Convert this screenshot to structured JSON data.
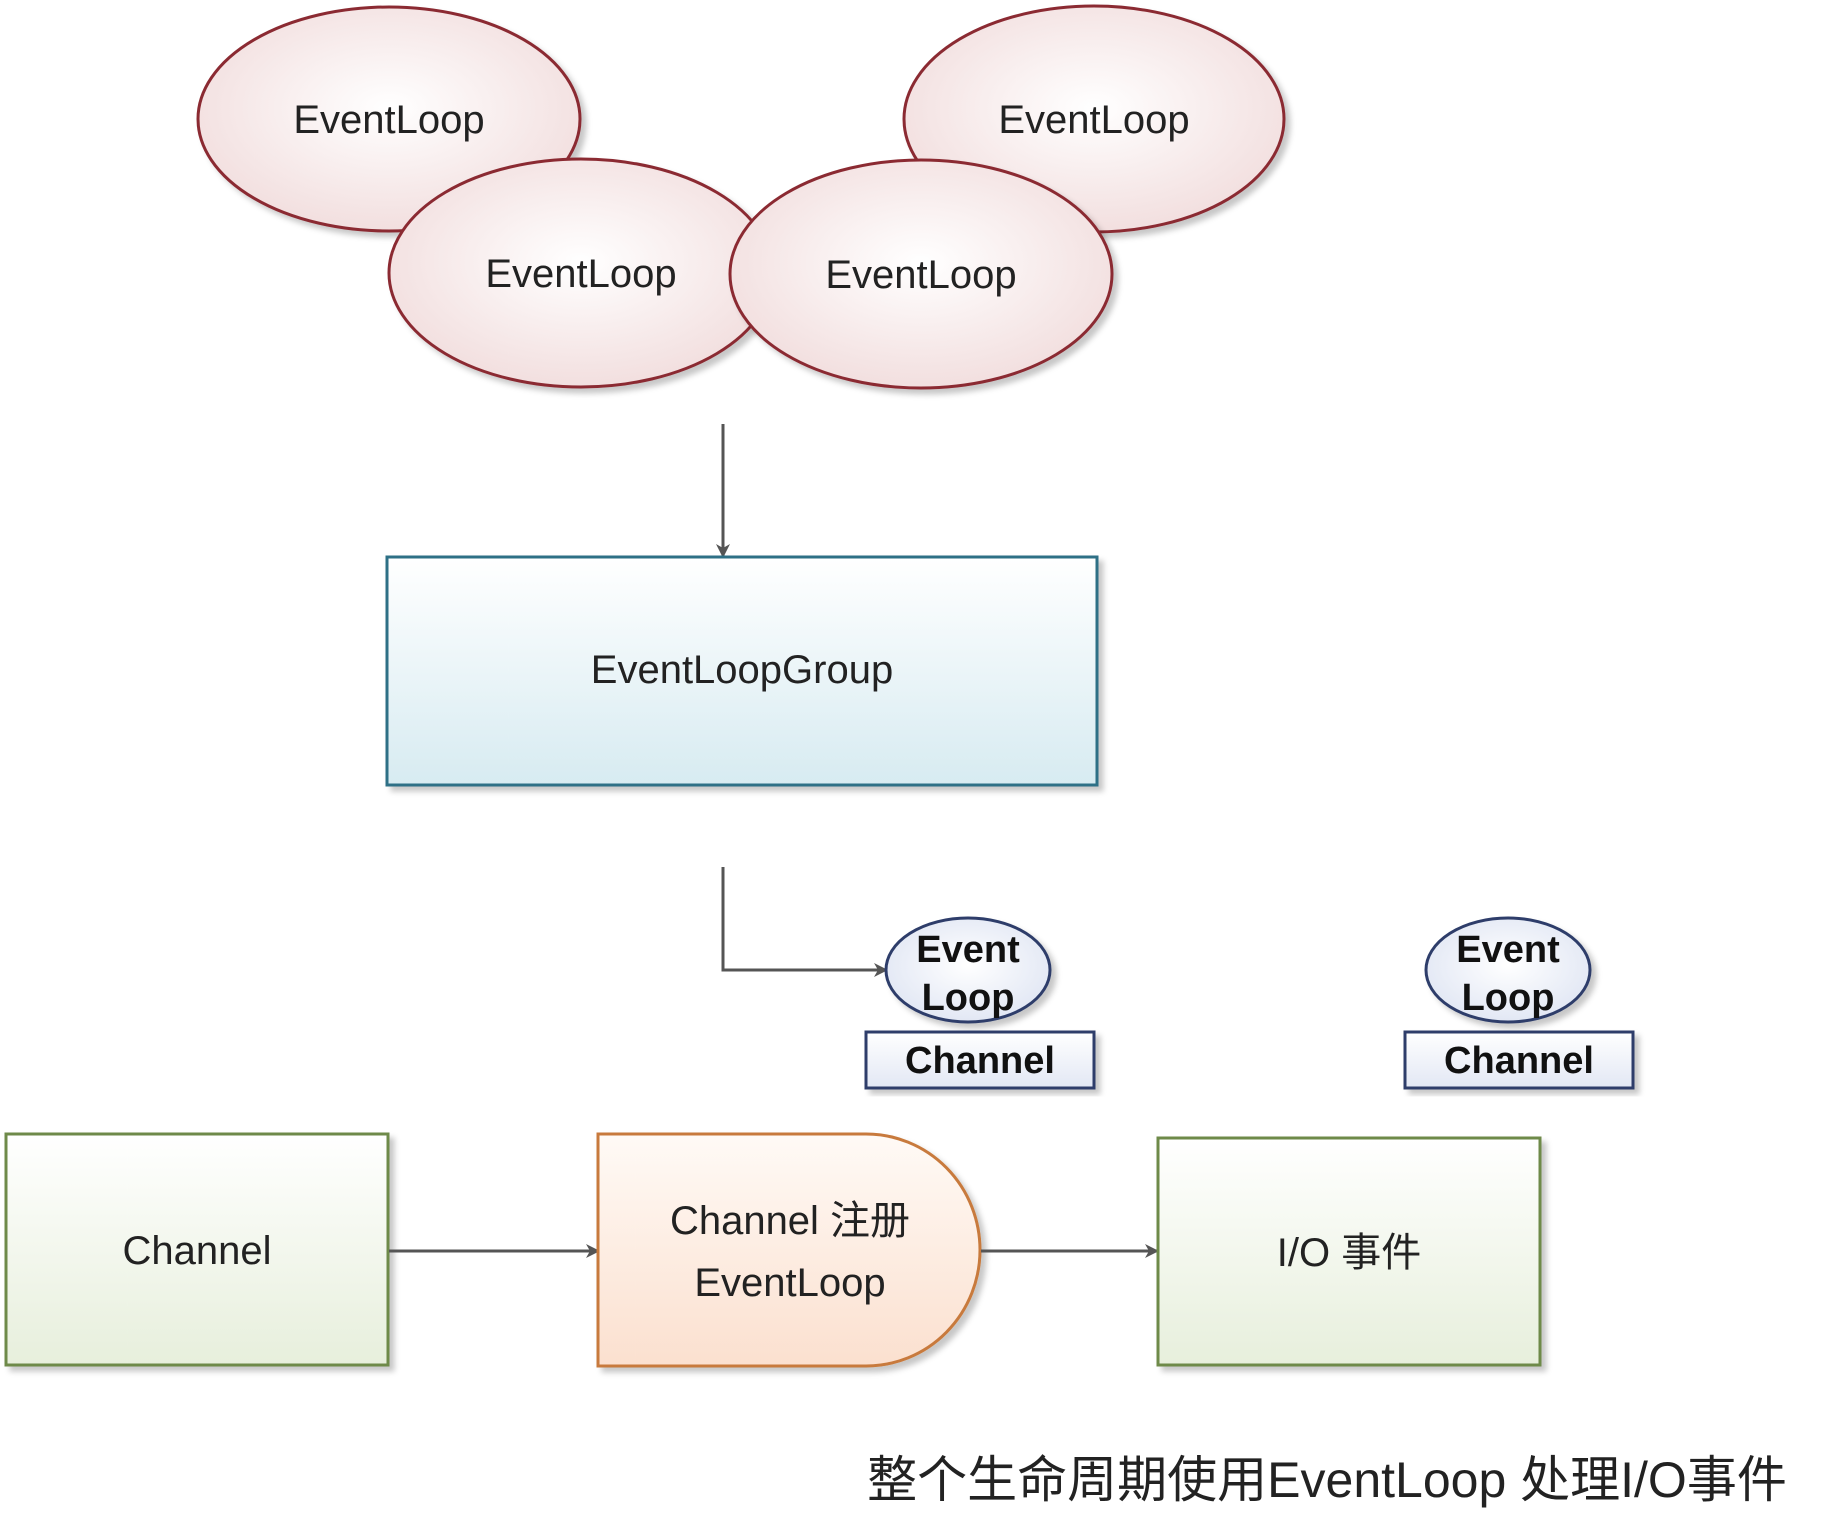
{
  "diagram": {
    "loops": [
      {
        "label": "EventLoop"
      },
      {
        "label": "EventLoop"
      },
      {
        "label": "EventLoop"
      },
      {
        "label": "EventLoop"
      }
    ],
    "group": {
      "label": "EventLoopGroup"
    },
    "pairs": [
      {
        "loop_line1": "Event",
        "loop_line2": "Loop",
        "channel": "Channel"
      },
      {
        "loop_line1": "Event",
        "loop_line2": "Loop",
        "channel": "Channel"
      }
    ],
    "flow": {
      "channel": "Channel",
      "register_line1": "Channel 注册",
      "register_line2": "EventLoop",
      "io": "I/O 事件"
    },
    "caption": "整个生命周期使用EventLoop 处理I/O事件",
    "colors": {
      "loop_stroke": "#8b2b33",
      "group_stroke": "#2f6f86",
      "small_loop_stroke": "#2d3e6b",
      "flow_box_stroke": "#6e8a4a",
      "register_stroke": "#c87a3c",
      "arrow": "#555555"
    }
  }
}
